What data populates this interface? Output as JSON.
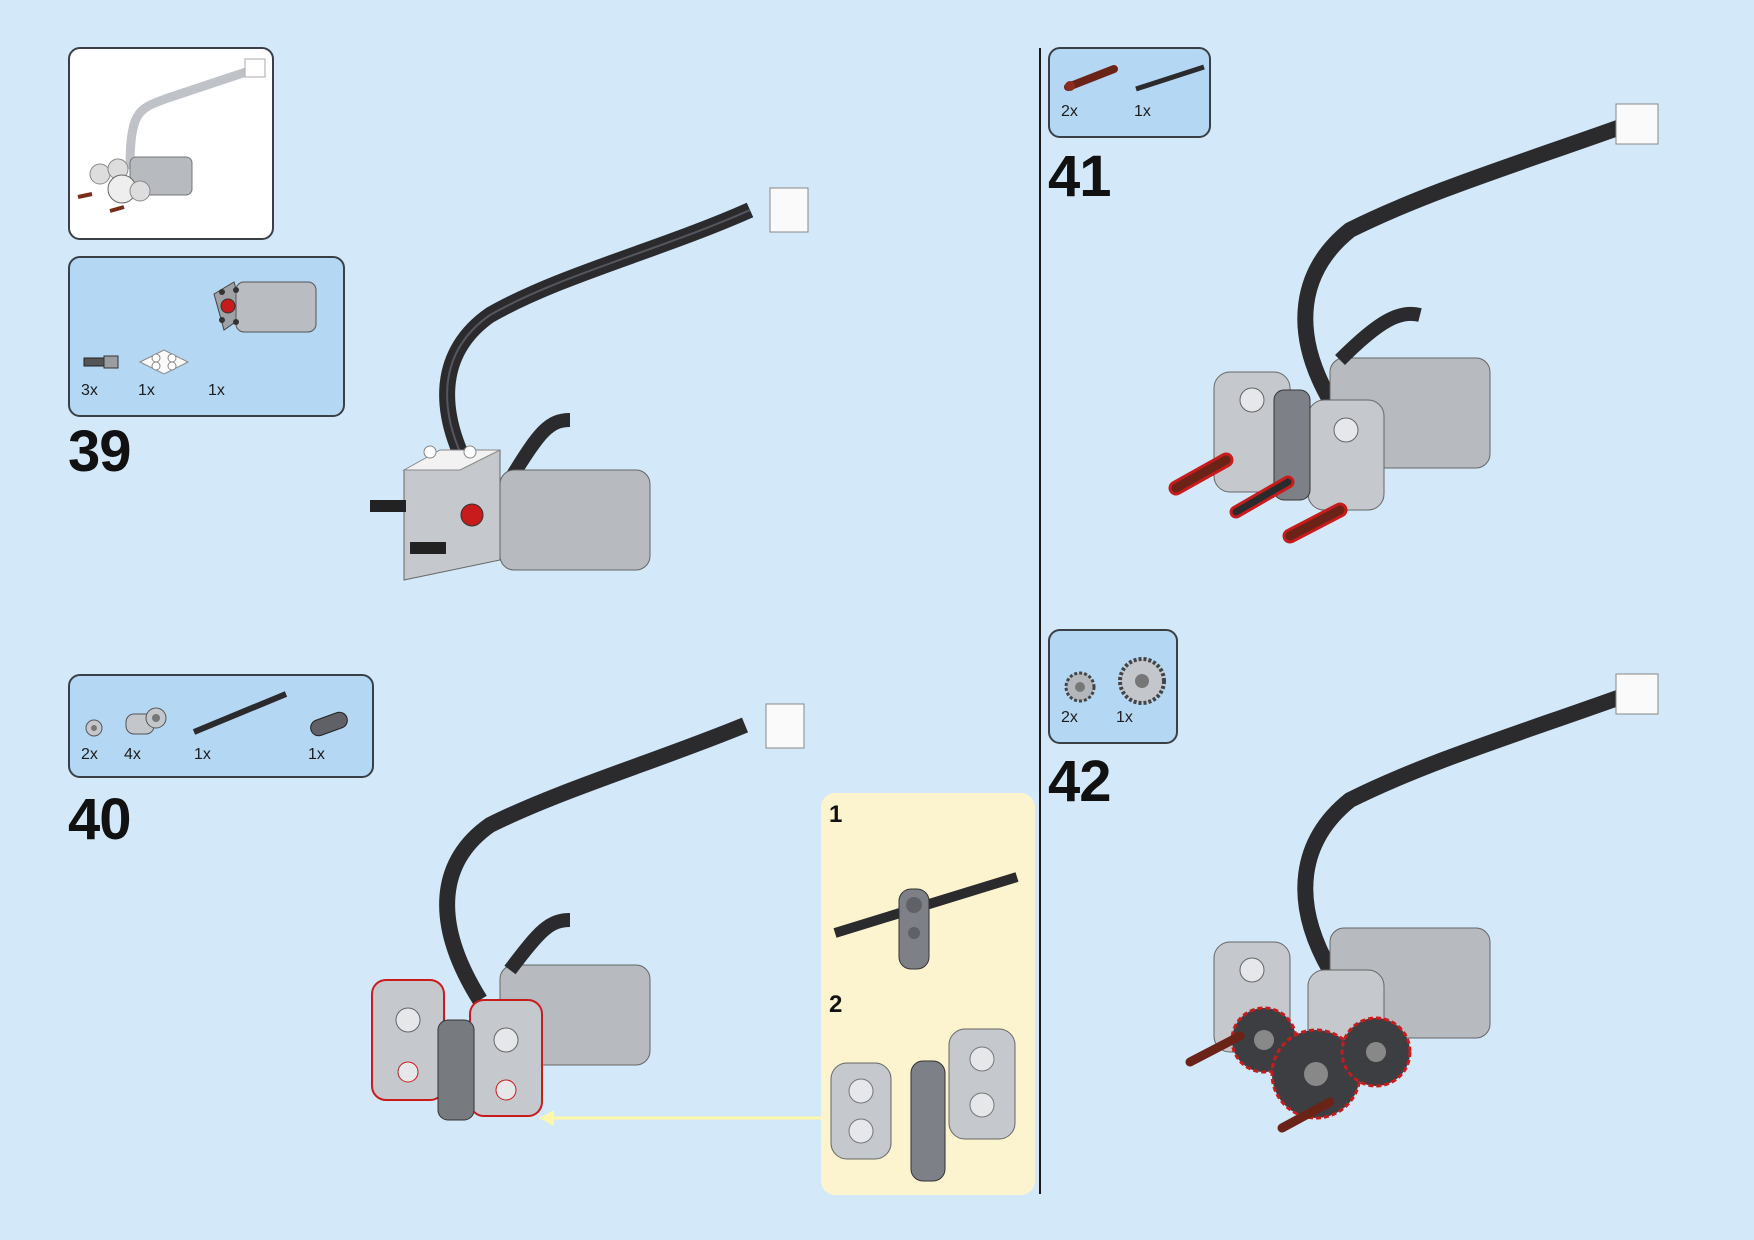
{
  "page": {
    "background": "#d3e9fa",
    "accent_red": "#c81b1b",
    "box_fill": "#b4d7f3",
    "sub_fill": "#fcf3cf"
  },
  "steps": [
    {
      "number": "39",
      "parts": [
        {
          "qty": "3x",
          "icon": "axle-pin-icon"
        },
        {
          "qty": "1x",
          "icon": "plate-2x2-icon"
        },
        {
          "qty": "1x",
          "icon": "motor-icon"
        }
      ]
    },
    {
      "number": "40",
      "parts": [
        {
          "qty": "2x",
          "icon": "bush-icon"
        },
        {
          "qty": "4x",
          "icon": "connector-icon"
        },
        {
          "qty": "1x",
          "icon": "axle-long-icon"
        },
        {
          "qty": "1x",
          "icon": "beam-icon"
        }
      ]
    },
    {
      "number": "41",
      "parts": [
        {
          "qty": "2x",
          "icon": "red-pin-icon"
        },
        {
          "qty": "1x",
          "icon": "axle-icon"
        }
      ]
    },
    {
      "number": "42",
      "parts": [
        {
          "qty": "2x",
          "icon": "small-gear-icon"
        },
        {
          "qty": "1x",
          "icon": "large-gear-icon"
        }
      ]
    }
  ],
  "subassembly": {
    "steps": [
      "1",
      "2"
    ]
  }
}
